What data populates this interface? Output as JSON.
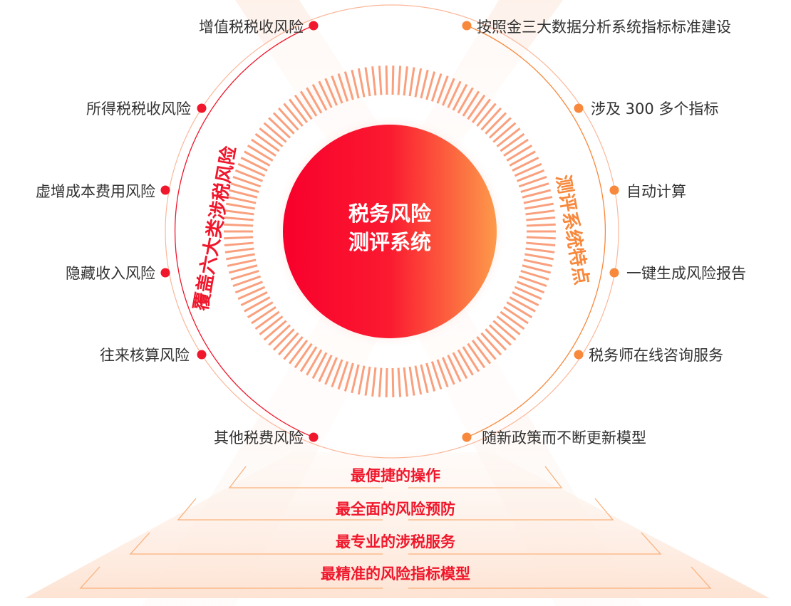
{
  "center": {
    "line1": "税务风险",
    "line2": "测评系统"
  },
  "left_title": "覆盖六大类涉税风险",
  "right_title": "测评系统特点",
  "left_items": [
    "增值税税收风险",
    "所得税税收风险",
    "虚增成本费用风险",
    "隐藏收入风险",
    "往来核算风险",
    "其他税费风险"
  ],
  "right_items": [
    "按照金三大数据分析系统指标标准建设",
    "涉及 300 多个指标",
    "自动计算",
    "一键生成风险报告",
    "税务师在线咨询服务",
    "随新政策而不断更新模型"
  ],
  "tiers": [
    "最便捷的操作",
    "最全面的风险预防",
    "最专业的涉税服务",
    "最精准的风险指标模型"
  ],
  "colors": {
    "red": "#f0172c",
    "orange": "#f7883c",
    "text": "#333333"
  }
}
